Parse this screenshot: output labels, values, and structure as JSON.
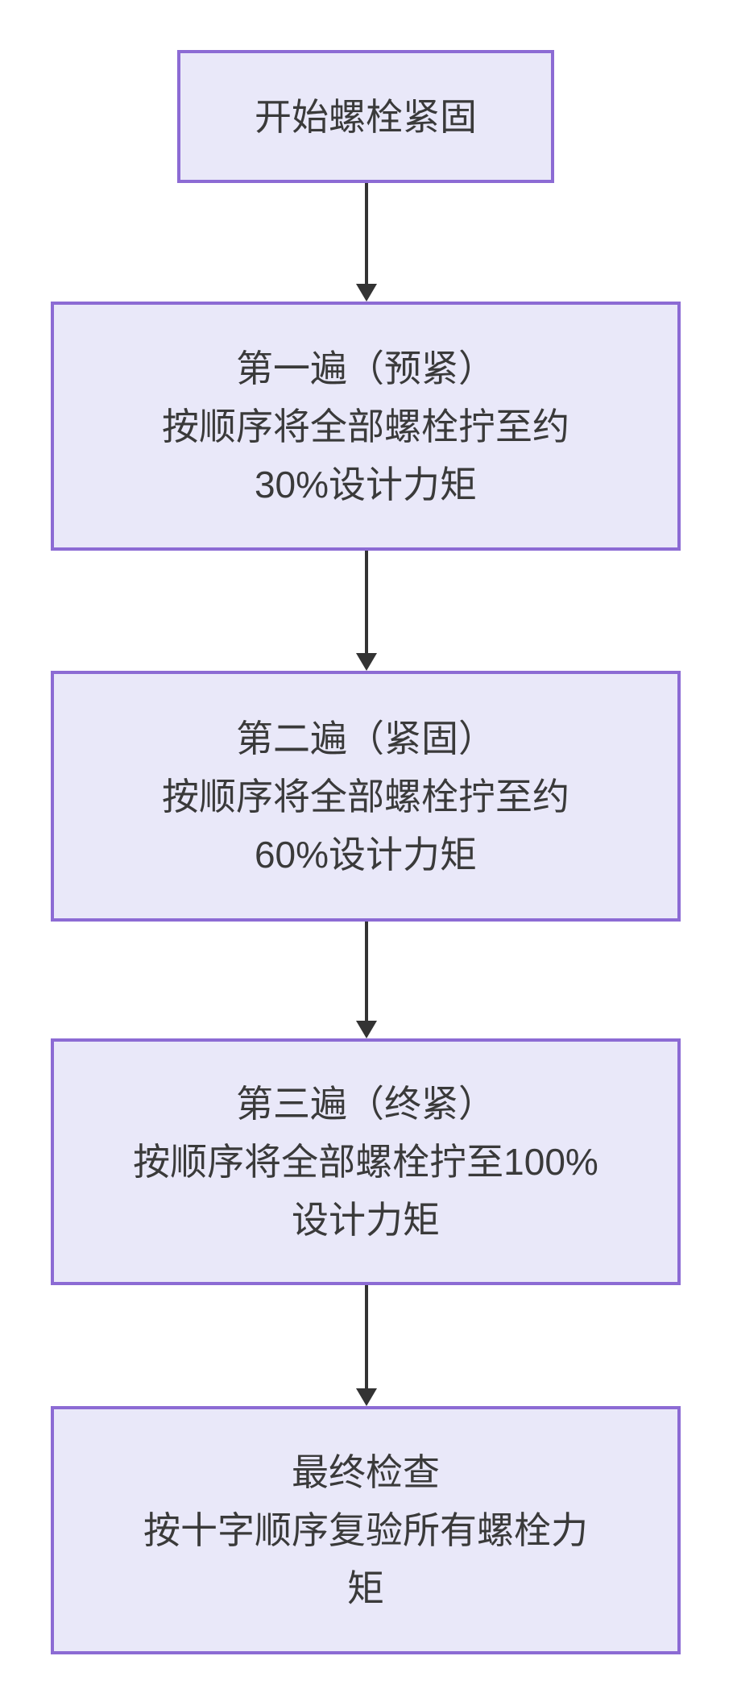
{
  "flowchart": {
    "type": "vertical-process-flow",
    "colors": {
      "background": "#ffffff",
      "node_fill": "#e9e8f9",
      "node_border": "#8c6bd4",
      "arrow": "#333333",
      "text": "#3a3a3a"
    },
    "nodes": [
      {
        "id": "start",
        "lines": [
          "开始螺栓紧固"
        ]
      },
      {
        "id": "pass1",
        "lines": [
          "第一遍（预紧）",
          "按顺序将全部螺栓拧至约",
          "30%设计力矩"
        ]
      },
      {
        "id": "pass2",
        "lines": [
          "第二遍（紧固）",
          "按顺序将全部螺栓拧至约",
          "60%设计力矩"
        ]
      },
      {
        "id": "pass3",
        "lines": [
          "第三遍（终紧）",
          "按顺序将全部螺栓拧至100%",
          "设计力矩"
        ]
      },
      {
        "id": "final-check",
        "lines": [
          "最终检查",
          "按十字顺序复验所有螺栓力",
          "矩"
        ]
      }
    ],
    "connectors": [
      {
        "from": "start",
        "to": "pass1"
      },
      {
        "from": "pass1",
        "to": "pass2"
      },
      {
        "from": "pass2",
        "to": "pass3"
      },
      {
        "from": "pass3",
        "to": "final-check"
      }
    ]
  }
}
